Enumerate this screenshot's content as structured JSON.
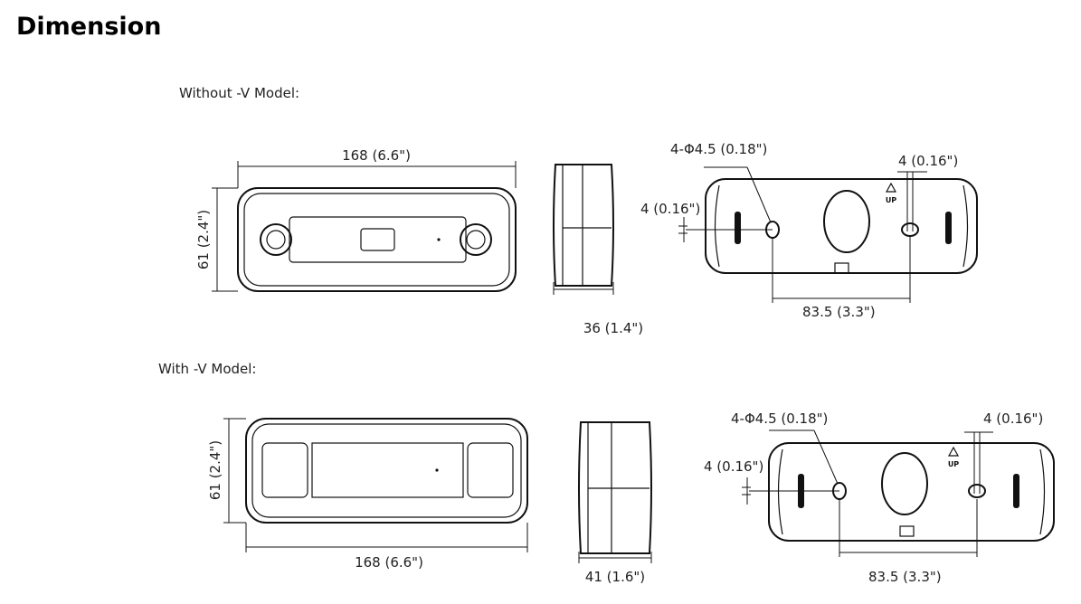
{
  "page": {
    "title": "Dimension"
  },
  "without_v": {
    "label": "Without -V Model:",
    "width": "168 (6.6\")",
    "height": "61 (2.4\")",
    "depth": "36 (1.4\")",
    "hole_spec": "4-Φ4.5 (0.18\")",
    "slot_width": "4 (0.16\")",
    "slot_height": "4 (0.16\")",
    "hole_spacing": "83.5 (3.3\")",
    "up_mark": "UP"
  },
  "with_v": {
    "label": "With -V Model:",
    "width": "168 (6.6\")",
    "height": "61 (2.4\")",
    "depth": "41 (1.6\")",
    "hole_spec": "4-Φ4.5 (0.18\")",
    "slot_width": "4 (0.16\")",
    "slot_height": "4 (0.16\")",
    "hole_spacing": "83.5 (3.3\")",
    "up_mark": "UP"
  }
}
